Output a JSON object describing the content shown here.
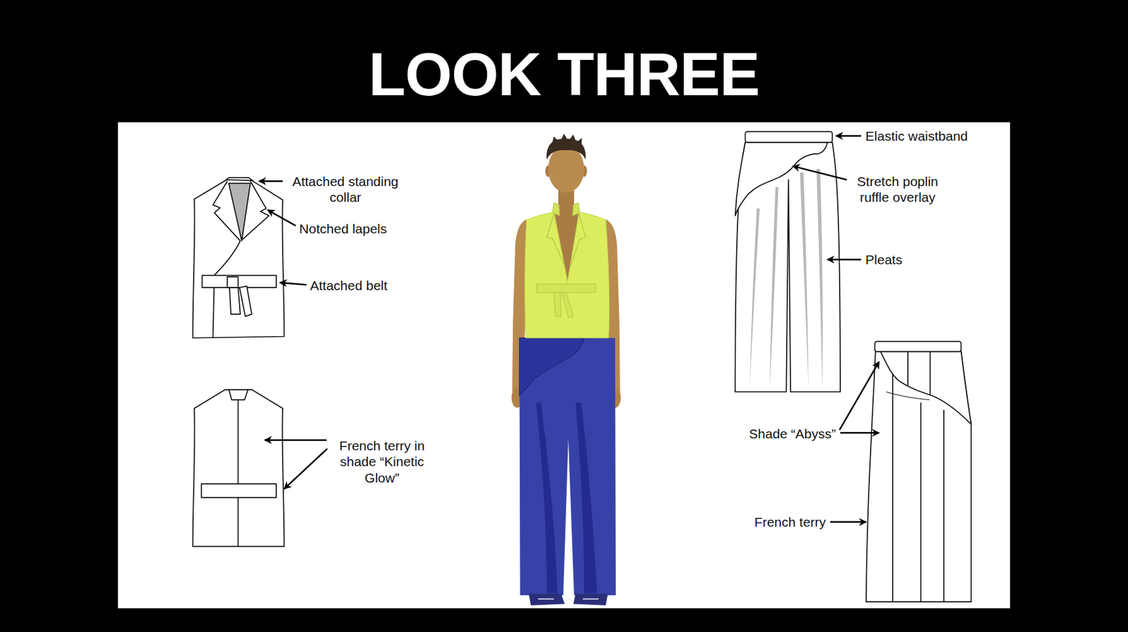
{
  "diagram": {
    "title": "LOOK THREE",
    "labels": [
      "Attached standing collar",
      "Notched lapels",
      "Attached belt",
      "French terry in shade “Kinetic Glow”",
      "Elastic waistband",
      "Stretch poplin ruffle overlay",
      "Pleats",
      "Shade “Abyss”",
      "French terry"
    ]
  }
}
